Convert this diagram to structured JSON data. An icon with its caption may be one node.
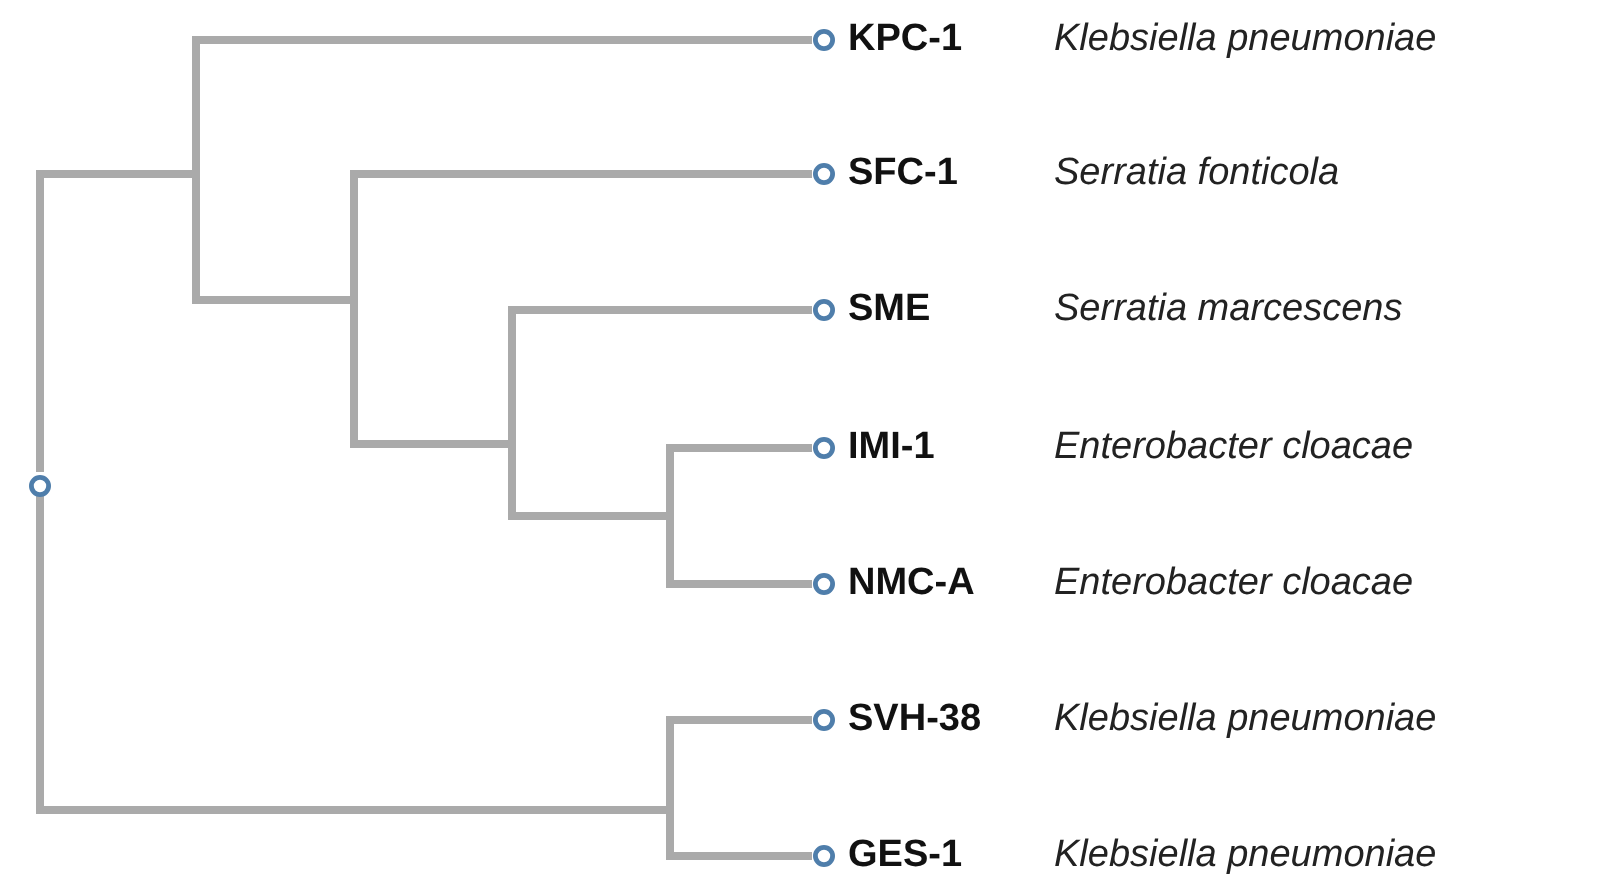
{
  "diagram": {
    "nodes": [
      {
        "text": [],
        "shape": "circle"
      },
      {
        "text": [
          "KPC-1",
          "Klebsiella pneumoniae"
        ]
      },
      {
        "text": [
          "SFC-1",
          "Serratia fonticola"
        ]
      },
      {
        "text": [
          "SME",
          "Serratia marcescens"
        ]
      },
      {
        "text": [
          "IMI-1",
          "Enterobacter cloacae"
        ]
      },
      {
        "text": [
          "NMC-A",
          "Enterobacter cloacae"
        ]
      },
      {
        "text": [
          "SVH-38",
          "Klebsiella pneumoniae"
        ]
      },
      {
        "text": [
          "GES-1",
          "Klebsiella pneumoniae"
        ]
      }
    ],
    "edges": [
      {
        "from": 0,
        "to": 1,
        "arrow": "none"
      },
      {
        "from": 0,
        "to": 2,
        "arrow": "none"
      },
      {
        "from": 0,
        "to": 3,
        "arrow": "none"
      },
      {
        "from": 0,
        "to": 4,
        "arrow": "none"
      },
      {
        "from": 0,
        "to": 5,
        "arrow": "none"
      },
      {
        "from": 0,
        "to": 6,
        "arrow": "none"
      },
      {
        "from": 0,
        "to": 7,
        "arrow": "none"
      }
    ]
  }
}
